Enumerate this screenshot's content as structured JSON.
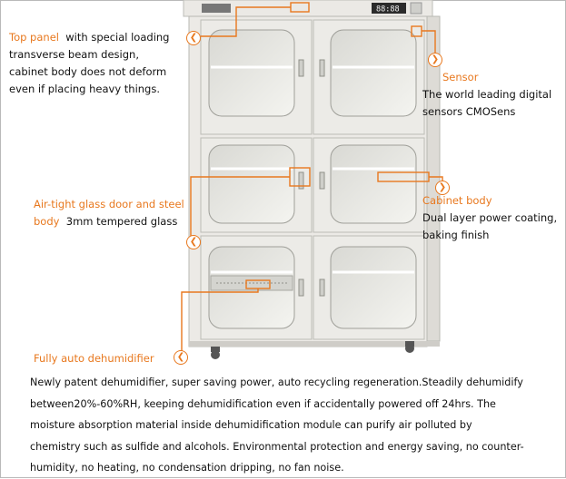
{
  "colors": {
    "accent": "#e8781e",
    "text": "#111111",
    "cabinet": "#eceae6"
  },
  "cabinet": {
    "display_text": "88:88"
  },
  "callouts": {
    "top_panel": {
      "title": "Top panel",
      "line1_rest": "with special loading",
      "line2": "transverse beam design,",
      "line3": "cabinet body does not deform",
      "line4": "even if placing heavy things.",
      "icon": "chevron-left-icon"
    },
    "sensor": {
      "title": "Sensor",
      "line1": "The world leading digital",
      "line2": "sensors CMOSens",
      "icon": "chevron-right-icon"
    },
    "glass_door": {
      "title_line1": "Air-tight glass door and steel",
      "title_line2": "body",
      "line2_rest": "3mm tempered glass",
      "icon": "chevron-left-icon"
    },
    "cabinet_body": {
      "title": "Cabinet body",
      "line1": "Dual layer power coating,",
      "line2": "baking finish",
      "icon": "chevron-right-icon"
    },
    "dehumidifier": {
      "title": "Fully auto dehumidifier",
      "icon": "chevron-left-icon"
    }
  },
  "description": {
    "line1": "Newly patent dehumidifier, super saving power, auto recycling regeneration.Steadily dehumidify",
    "line2": "between20%-60%RH, keeping dehumidification even if accidentally powered off 24hrs. The",
    "line3": "moisture absorption material inside dehumidification module can purify air polluted by",
    "line4": "chemistry such as sulfide and alcohols. Environmental protection and  energy saving, no counter-",
    "line5": "humidity, no heating, no condensation dripping, no fan noise."
  }
}
